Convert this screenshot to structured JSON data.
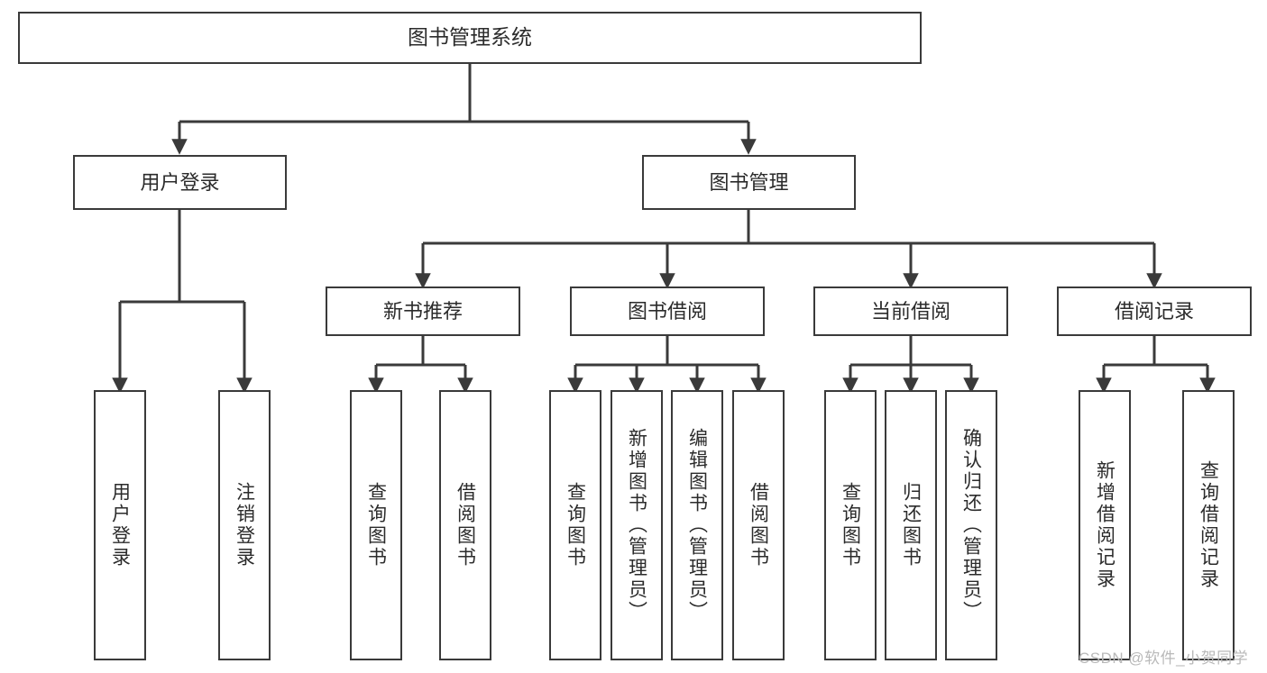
{
  "diagram": {
    "title": "图书管理系统",
    "type": "tree",
    "background_color": "#ffffff",
    "line_color": "#3a3a3a",
    "text_color": "#2b2b2b",
    "nodes": {
      "root": {
        "label": "图书管理系统"
      },
      "level2": [
        {
          "label": "用户登录"
        },
        {
          "label": "图书管理"
        }
      ],
      "level3": [
        {
          "label": "新书推荐"
        },
        {
          "label": "图书借阅"
        },
        {
          "label": "当前借阅"
        },
        {
          "label": "借阅记录"
        }
      ],
      "leaves": {
        "user_login": [
          {
            "label": "用户登录"
          },
          {
            "label": "注销登录"
          }
        ],
        "new_book": [
          {
            "label": "查询图书"
          },
          {
            "label": "借阅图书"
          }
        ],
        "book_borrow": [
          {
            "label": "查询图书"
          },
          {
            "label": "新增图书（管理员）"
          },
          {
            "label": "编辑图书（管理员）"
          },
          {
            "label": "借阅图书"
          }
        ],
        "current_borrow": [
          {
            "label": "查询图书"
          },
          {
            "label": "归还图书"
          },
          {
            "label": "确认归还（管理员）"
          }
        ],
        "borrow_record": [
          {
            "label": "新增借阅记录"
          },
          {
            "label": "查询借阅记录"
          }
        ]
      }
    }
  },
  "watermark": {
    "text": "CSDN @软件_小贺同学"
  }
}
